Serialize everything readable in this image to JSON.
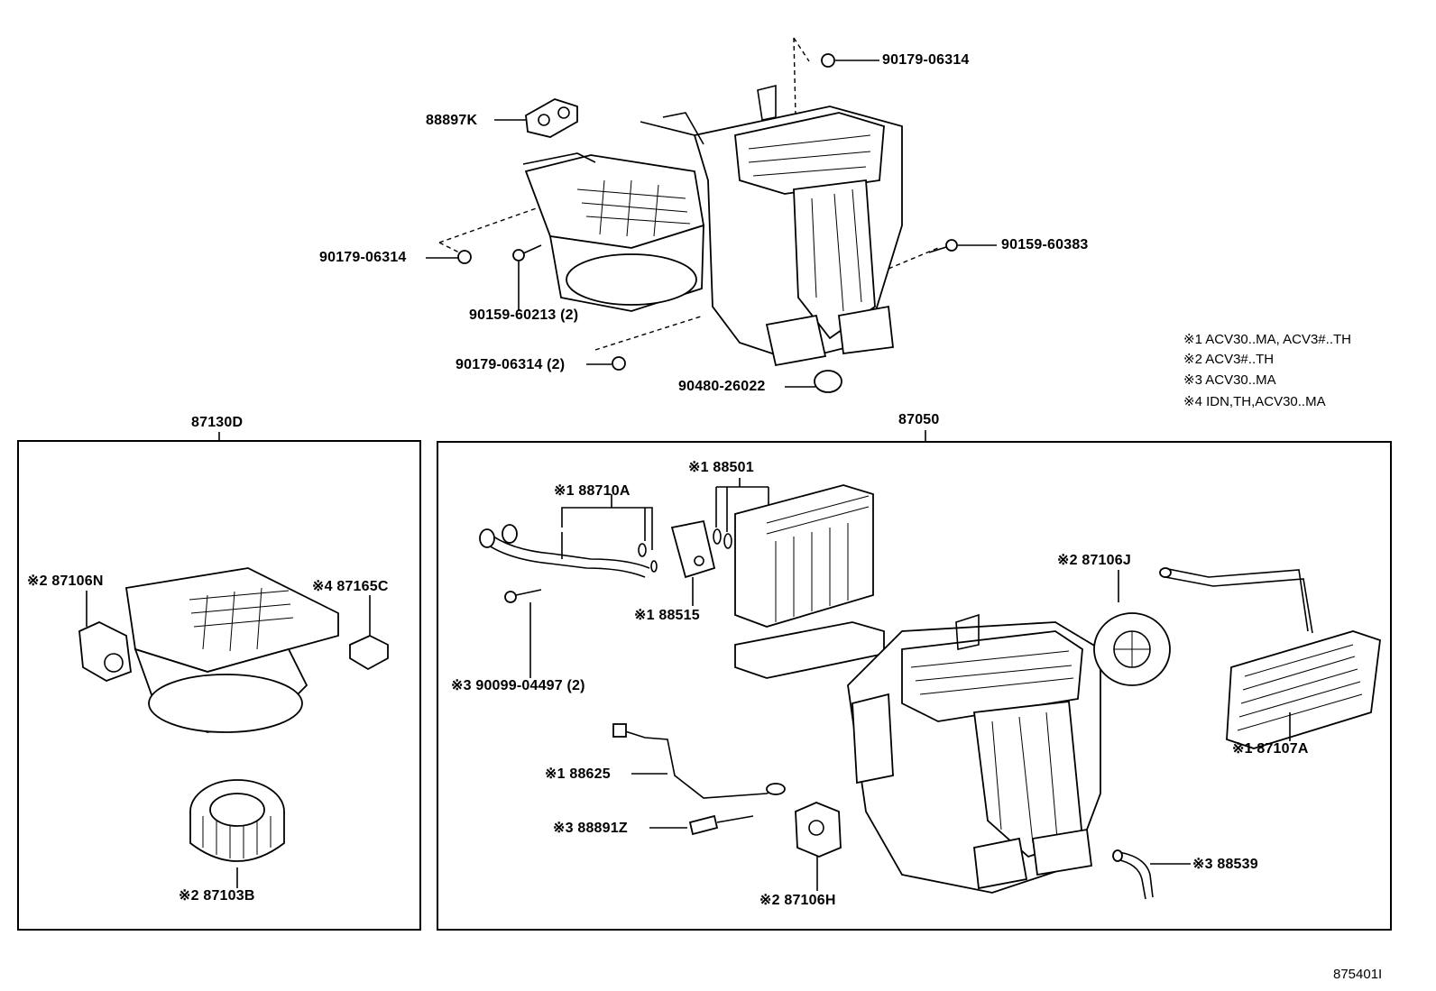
{
  "notes": [
    "※1 ACV30..MA, ACV3#..TH",
    "※2 ACV3#..TH",
    "※3 ACV30..MA",
    "※4 IDN,TH,ACV30..MA"
  ],
  "top_labels": {
    "p90179_top": "90179-06314",
    "p88897k": "88897K",
    "p90179_left": "90179-06314",
    "p90159_60383": "90159-60383",
    "p90159_60213": "90159-60213 (2)",
    "p90179_bottom": "90179-06314 (2)",
    "p90480": "90480-26022"
  },
  "left_panel": {
    "title": "87130D",
    "p87106n": "※2 87106N",
    "p87165c": "※4 87165C",
    "p87103b": "※2  87103B"
  },
  "right_panel": {
    "title": "87050",
    "p88501": "※1 88501",
    "p88710a": "※1  88710A",
    "p88515": "※1  88515",
    "p90099": "※3 90099-04497 (2)",
    "p87106j": "※2  87106J",
    "p87107a": "※1  87107A",
    "p88625": "※1 88625",
    "p88891z": "※3 88891Z",
    "p87106h": "※2 87106H",
    "p88539": "※3  88539"
  },
  "figure_id": "875401I"
}
